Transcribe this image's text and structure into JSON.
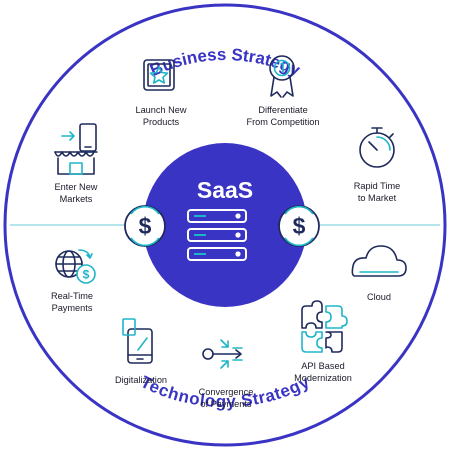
{
  "colors": {
    "primary": "#3a34c4",
    "ring": "#3a34c4",
    "icon_dark": "#1f2a5c",
    "icon_accent": "#1fb5c8",
    "divider": "#8ad3e0",
    "text": "#1b1b2b"
  },
  "arc_titles": {
    "top": "Business Strategy",
    "bottom": "Technology Strategy"
  },
  "center": {
    "title": "SaaS",
    "icon": "server-stack-icon"
  },
  "side_icons": {
    "left": "dollar-cycle-icon",
    "right": "dollar-cycle-icon"
  },
  "items": [
    {
      "id": "launch",
      "label": "Launch New\nProducts",
      "icon": "star-tile-icon"
    },
    {
      "id": "differentiate",
      "label": "Differentiate\nFrom Competition",
      "icon": "award-ribbon-icon"
    },
    {
      "id": "rapid",
      "label": "Rapid Time\nto Market",
      "icon": "stopwatch-icon"
    },
    {
      "id": "enter",
      "label": "Enter New\nMarkets",
      "icon": "storefront-mobile-icon"
    },
    {
      "id": "cloud",
      "label": "Cloud",
      "icon": "cloud-icon"
    },
    {
      "id": "realtime",
      "label": "Real-Time\nPayments",
      "icon": "globe-dollar-icon"
    },
    {
      "id": "api",
      "label": "API Based\nModernization",
      "icon": "puzzle-pieces-icon"
    },
    {
      "id": "digital",
      "label": "Digitalization",
      "icon": "mobile-payment-icon"
    },
    {
      "id": "convergence",
      "label": "Convergence\nof Payments",
      "icon": "converging-arrows-icon"
    }
  ]
}
